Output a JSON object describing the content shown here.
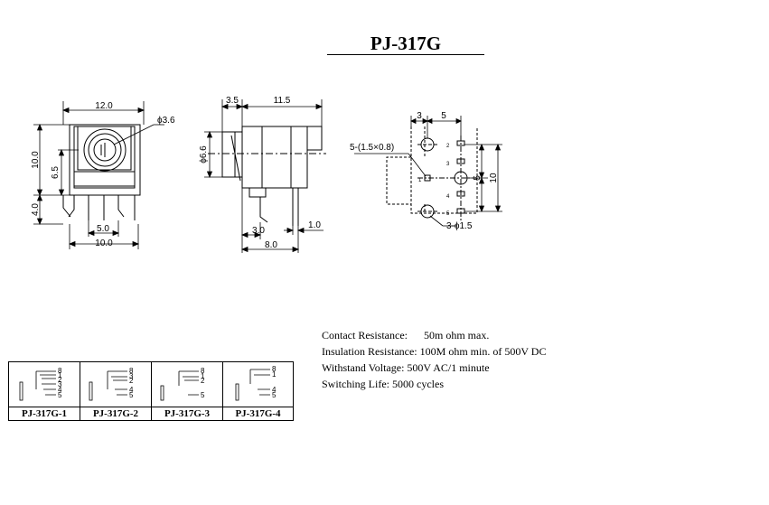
{
  "title": "PJ-317G",
  "front_view": {
    "width_dim": "12.0",
    "hole_dim": "ϕ3.6",
    "height_dim": "10.0",
    "center_dim": "6.5",
    "pin_len_dim": "4.0",
    "pin_pitch_dim": "5.0",
    "pin_span_dim": "10.0"
  },
  "side_view": {
    "nose_dim": "3.5",
    "body_dim": "11.5",
    "dia_dim": "ϕ6.6",
    "pin_offset_dim": "3.0",
    "pin_width_dim": "1.0",
    "pin_reach_dim": "8.0"
  },
  "pcb_view": {
    "left_dim": "3",
    "right_dim": "5",
    "slot_dim": "5-(1.5×0.8)",
    "mid_dim": "5",
    "total_dim": "10",
    "hole_dim": "3-ϕ1.5",
    "pin_numbers": [
      "2",
      "3",
      "1",
      "4",
      "5"
    ]
  },
  "specs": [
    {
      "label": "Contact Resistance:",
      "value": "50m ohm max."
    },
    {
      "label": "Insulation Resistance:",
      "value": "100M ohm min. of 500V DC"
    },
    {
      "label": "Withstand Voltage:",
      "value": "500V AC/1 minute"
    },
    {
      "label": "Switching Life:",
      "value": "5000 cycles"
    }
  ],
  "variants": [
    {
      "name": "PJ-317G-1",
      "pins": [
        "8",
        "1",
        "2",
        "3",
        "4",
        "5"
      ]
    },
    {
      "name": "PJ-317G-2",
      "pins": [
        "8",
        "3",
        "2",
        "4",
        "5"
      ]
    },
    {
      "name": "PJ-317G-3",
      "pins": [
        "8",
        "1",
        "2",
        "5"
      ]
    },
    {
      "name": "PJ-317G-4",
      "pins": [
        "8",
        "1",
        "4",
        "5"
      ]
    }
  ]
}
